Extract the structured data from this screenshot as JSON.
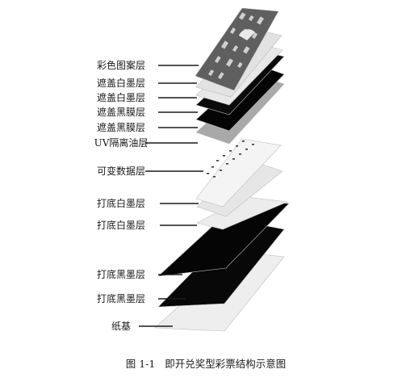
{
  "layers": [
    {
      "label": "彩色图案层",
      "fill": "#5f5f5f"
    },
    {
      "label": "遮盖白墨层",
      "fill": "#e2e2e2"
    },
    {
      "label": "遮盖白墨层",
      "fill": "#e8e8e8"
    },
    {
      "label": "遮盖黑膜层",
      "fill": "#0b0b0b"
    },
    {
      "label": "遮盖黑膜层",
      "fill": "#050505"
    },
    {
      "label": "UV隔离油层",
      "fill": "#a9a9a9"
    },
    {
      "label": "可变数据层",
      "fill": "#f4f4f4"
    },
    {
      "label": "打底白墨层",
      "fill": "#e6e6e6"
    },
    {
      "label": "打底白墨层",
      "fill": "#ececec"
    },
    {
      "label": "打底黑墨层",
      "fill": "#050505"
    },
    {
      "label": "打底黑墨层",
      "fill": "#080808"
    },
    {
      "label": "纸基",
      "fill": "#eeeeee"
    }
  ],
  "caption": "图 1-1   即开兑奖型彩票结构示意图",
  "colors": {
    "leader": "#1a1a1a",
    "pattern_mark": "#cfcfcf"
  }
}
